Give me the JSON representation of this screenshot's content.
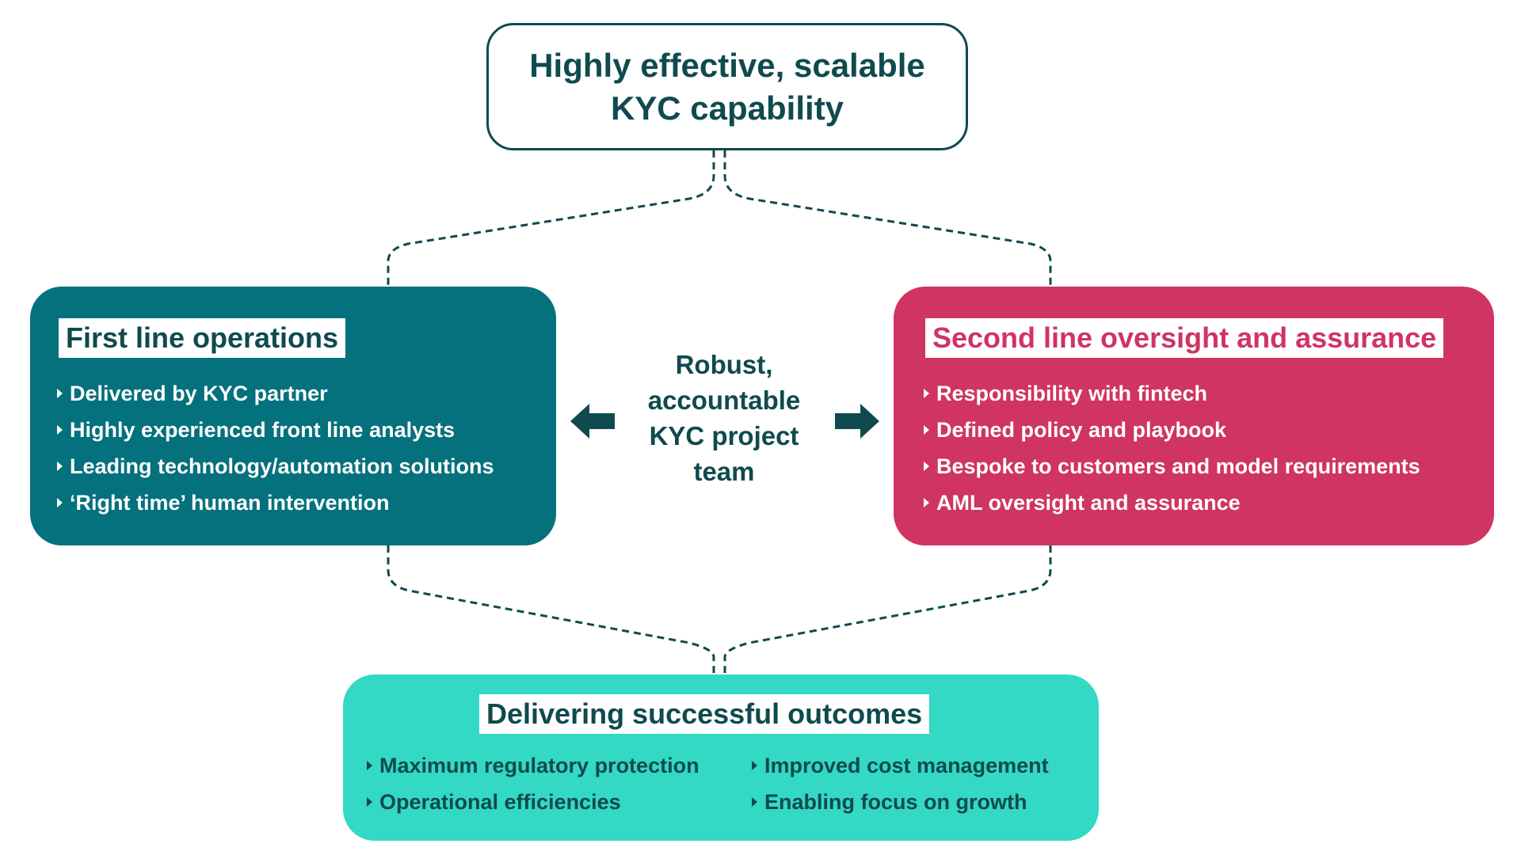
{
  "top": {
    "title": "Highly effective, scalable KYC capability"
  },
  "center": {
    "label": "Robust, accountable KYC project team"
  },
  "first_line": {
    "title": "First line operations",
    "items": [
      "Delivered by KYC partner",
      "Highly experienced front line analysts",
      "Leading technology/automation solutions",
      "‘Right time’ human intervention"
    ]
  },
  "second_line": {
    "title": "Second line oversight and assurance",
    "items": [
      "Responsibility with fintech",
      "Defined policy and playbook",
      "Bespoke to customers and model requirements",
      "AML oversight and assurance"
    ]
  },
  "outcomes": {
    "title": "Delivering successful outcomes",
    "left_items": [
      "Maximum regulatory protection",
      "Operational efficiencies"
    ],
    "right_items": [
      "Improved cost management",
      "Enabling focus on growth"
    ]
  },
  "colors": {
    "dark_teal": "#0f4a4e",
    "teal": "#04717d",
    "magenta": "#cf3463",
    "aqua": "#33d9c4"
  },
  "icons": [
    "left-arrow-icon",
    "right-arrow-icon",
    "bullet-triangle-icon"
  ]
}
